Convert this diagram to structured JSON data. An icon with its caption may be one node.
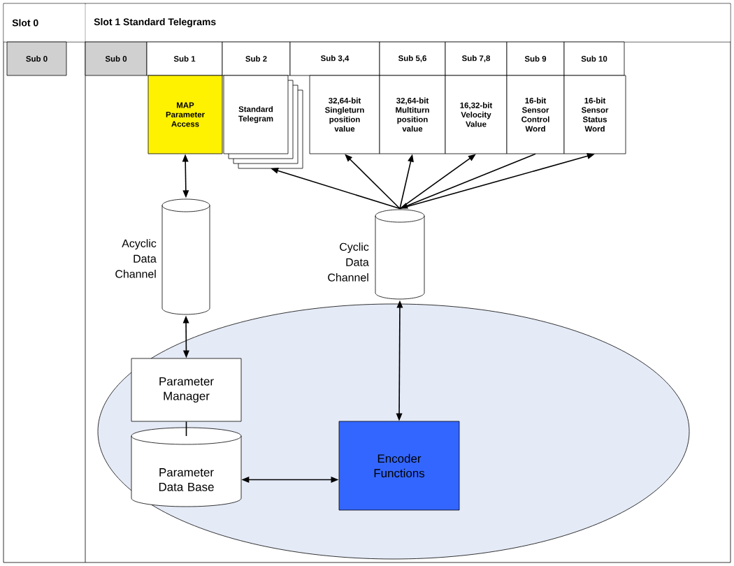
{
  "diagram": {
    "nodes": [
      {
        "text": [
          "MAP Parameter Access"
        ]
      },
      {
        "text": [
          "Standard Telegram"
        ]
      },
      {
        "text": [
          "32,64-bit Singleturn position value"
        ]
      },
      {
        "text": [
          "32,64-bit Multiturn position value"
        ]
      },
      {
        "text": [
          "16,32-bit Velocity Value"
        ]
      },
      {
        "text": [
          "16-bit Sensor Control Word"
        ]
      },
      {
        "text": [
          "16-bit Sensor Status Word"
        ]
      },
      {
        "text": [],
        "shape": "cylinder",
        "beside": [
          "Acyclic Data Channel"
        ]
      },
      {
        "text": [],
        "shape": "cylinder",
        "beside": [
          "Cyclic Data Channel"
        ]
      },
      {
        "text": [],
        "shape": "ellipse"
      },
      {
        "text": [
          "Parameter Manager"
        ],
        "in": 9
      },
      {
        "text": [
          "Parameter Data Base"
        ],
        "in": 9
      },
      {
        "text": [
          "Encoder Functions"
        ],
        "in": 9
      }
    ],
    "edges": [
      {
        "from": 0,
        "to": 7,
        "arrow": "both"
      },
      {
        "from": 8,
        "to": 1,
        "arrow": "to"
      },
      {
        "from": 8,
        "to": 2,
        "arrow": "to"
      },
      {
        "from": 8,
        "to": 3,
        "arrow": "to"
      },
      {
        "from": 8,
        "to": 4,
        "arrow": "to"
      },
      {
        "from": 5,
        "to": 8,
        "arrow": "to"
      },
      {
        "from": 8,
        "to": 6,
        "arrow": "to"
      },
      {
        "from": 7,
        "to": 10,
        "arrow": "both"
      },
      {
        "from": 10,
        "to": 11,
        "arrow": "none"
      },
      {
        "from": 11,
        "to": 12,
        "arrow": "both"
      },
      {
        "from": 8,
        "to": 12,
        "arrow": "both"
      }
    ],
    "labels": [
      "Slot 0",
      "Slot 1 Standard Telegrams",
      "Sub 0",
      "Sub 0",
      "Sub 1",
      "Sub 2",
      "Sub 3,4",
      "Sub 5,6",
      "Sub 7,8",
      "Sub 9",
      "Sub 10"
    ]
  }
}
